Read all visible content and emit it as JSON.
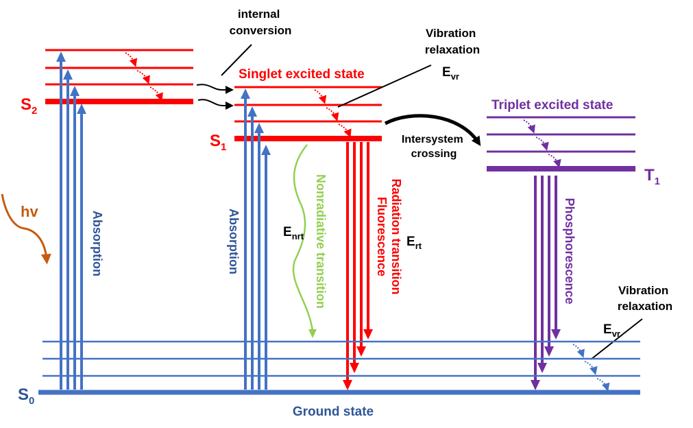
{
  "title": "Jablonski diagram",
  "colors": {
    "singlet": "#ff0000",
    "triplet": "#7030a0",
    "ground": "#4472c4",
    "ground_text": "#2f5597",
    "nonradiative": "#92d050",
    "photon": "#c55a11",
    "annotation": "#000000"
  },
  "levels": {
    "s2_label": "S",
    "s2_sub": "2",
    "s1_label": "S",
    "s1_sub": "1",
    "t1_label": "T",
    "t1_sub": "1",
    "s0_label": "S",
    "s0_sub": "0"
  },
  "states": {
    "singlet": "Singlet excited state",
    "triplet": "Triplet excited state",
    "ground": "Ground state"
  },
  "annotations": {
    "internal_conversion": [
      "internal",
      "conversion"
    ],
    "vibration_relaxation_top": [
      "Vibration",
      "relaxation"
    ],
    "evr_top_main": "E",
    "evr_top_sub": "vr",
    "intersystem_crossing": [
      "Intersystem",
      "crossing"
    ],
    "vibration_relaxation_bottom": [
      "Vibration",
      "relaxation"
    ],
    "evr_bottom_main": "E",
    "evr_bottom_sub": "vr",
    "enrt_main": "E",
    "enrt_sub": "nrt",
    "ert_main": "E",
    "ert_sub": "rt",
    "hv": "hv"
  },
  "transitions": {
    "absorption_left": "Absorption",
    "absorption_mid": "Absorption",
    "nonradiative": "Nonradiative transition",
    "radiation": "Radiation transition",
    "fluorescence": "Fluorescence",
    "phosphorescence": "Phosphorescence"
  }
}
